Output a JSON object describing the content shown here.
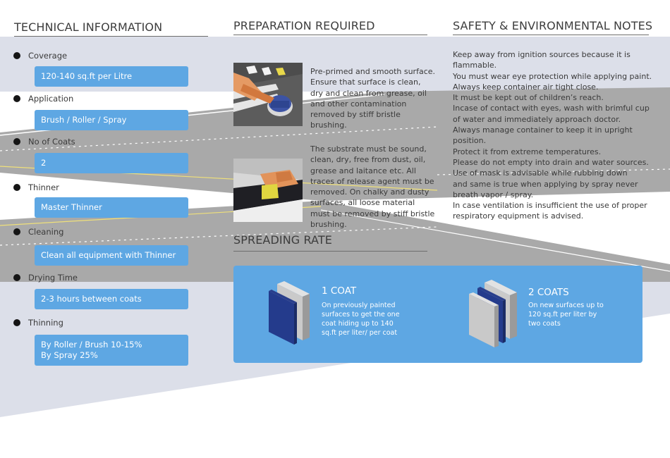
{
  "colors": {
    "panel_blue": "#5ea7e3",
    "band_gray": "#dcdfe9",
    "road_gray": "#a7a7a7",
    "coat_dark_blue": "#243b8c",
    "coat_light_gray": "#c9c9c9"
  },
  "technical": {
    "title": "TECHNICAL INFORMATION",
    "items": [
      {
        "label": "Coverage",
        "value": "120-140 sq.ft per Litre"
      },
      {
        "label": "Application",
        "value": "Brush / Roller / Spray"
      },
      {
        "label": "No of Coats",
        "value": "2"
      },
      {
        "label": "Thinner",
        "value": "Master Thinner"
      },
      {
        "label": "Cleaning",
        "value": "Clean all equipment with Thinner"
      },
      {
        "label": "Drying Time",
        "value": "2-3 hours between coats"
      },
      {
        "label": "Thinning",
        "value_lines": [
          "By Roller / Brush 10-15%",
          "By Spray 25%"
        ]
      }
    ]
  },
  "preparation": {
    "title": "PREPARATION REQUIRED",
    "images": [
      "hand-painting-road-marking",
      "hand-sanding-curb-edge"
    ],
    "paragraph1": "Pre-primed and smooth surface. Ensure that surface is clean, dry and clean from grease, oil and other contamination removed by stiff bristle brushing.",
    "paragraph2": "The substrate must be sound, clean, dry, free from dust, oil, grease and laitance etc. All traces of release agent must be removed. On chalky and dusty surfaces, all loose material must be removed by stiff bristle brushing."
  },
  "safety": {
    "title": "SAFETY & ENVIRONMENTAL NOTES",
    "lines": [
      "Keep away from ignition sources because it is",
      "flammable.",
      "You must wear eye protection while applying paint.",
      "Always keep container air tight close.",
      "It must be kept out of children’s reach.",
      "Incase of contact with eyes, wash with brimful cup",
      "of water and immediately approach doctor.",
      "Always manage container to keep it in upright",
      "position.",
      "Protect it from extreme temperatures.",
      "Please do not empty into drain and water sources.",
      "Use of mask is advisable while rubbing down",
      "and same is true when applying by spray never",
      "breath vapor / spray.",
      "In case ventilation is insufficient the use of proper",
      "respiratory equipment is advised."
    ]
  },
  "spreading": {
    "title": "SPREADING RATE",
    "coat1": {
      "heading": "1 COAT",
      "lines": [
        "On previously painted",
        "surfaces to get the one",
        "coat hiding up to 140",
        "sq.ft per liter/ per coat"
      ]
    },
    "coat2": {
      "heading": "2 COATS",
      "lines": [
        "On new surfaces up to",
        "120 sq.ft per liter by",
        "two coats"
      ]
    }
  }
}
